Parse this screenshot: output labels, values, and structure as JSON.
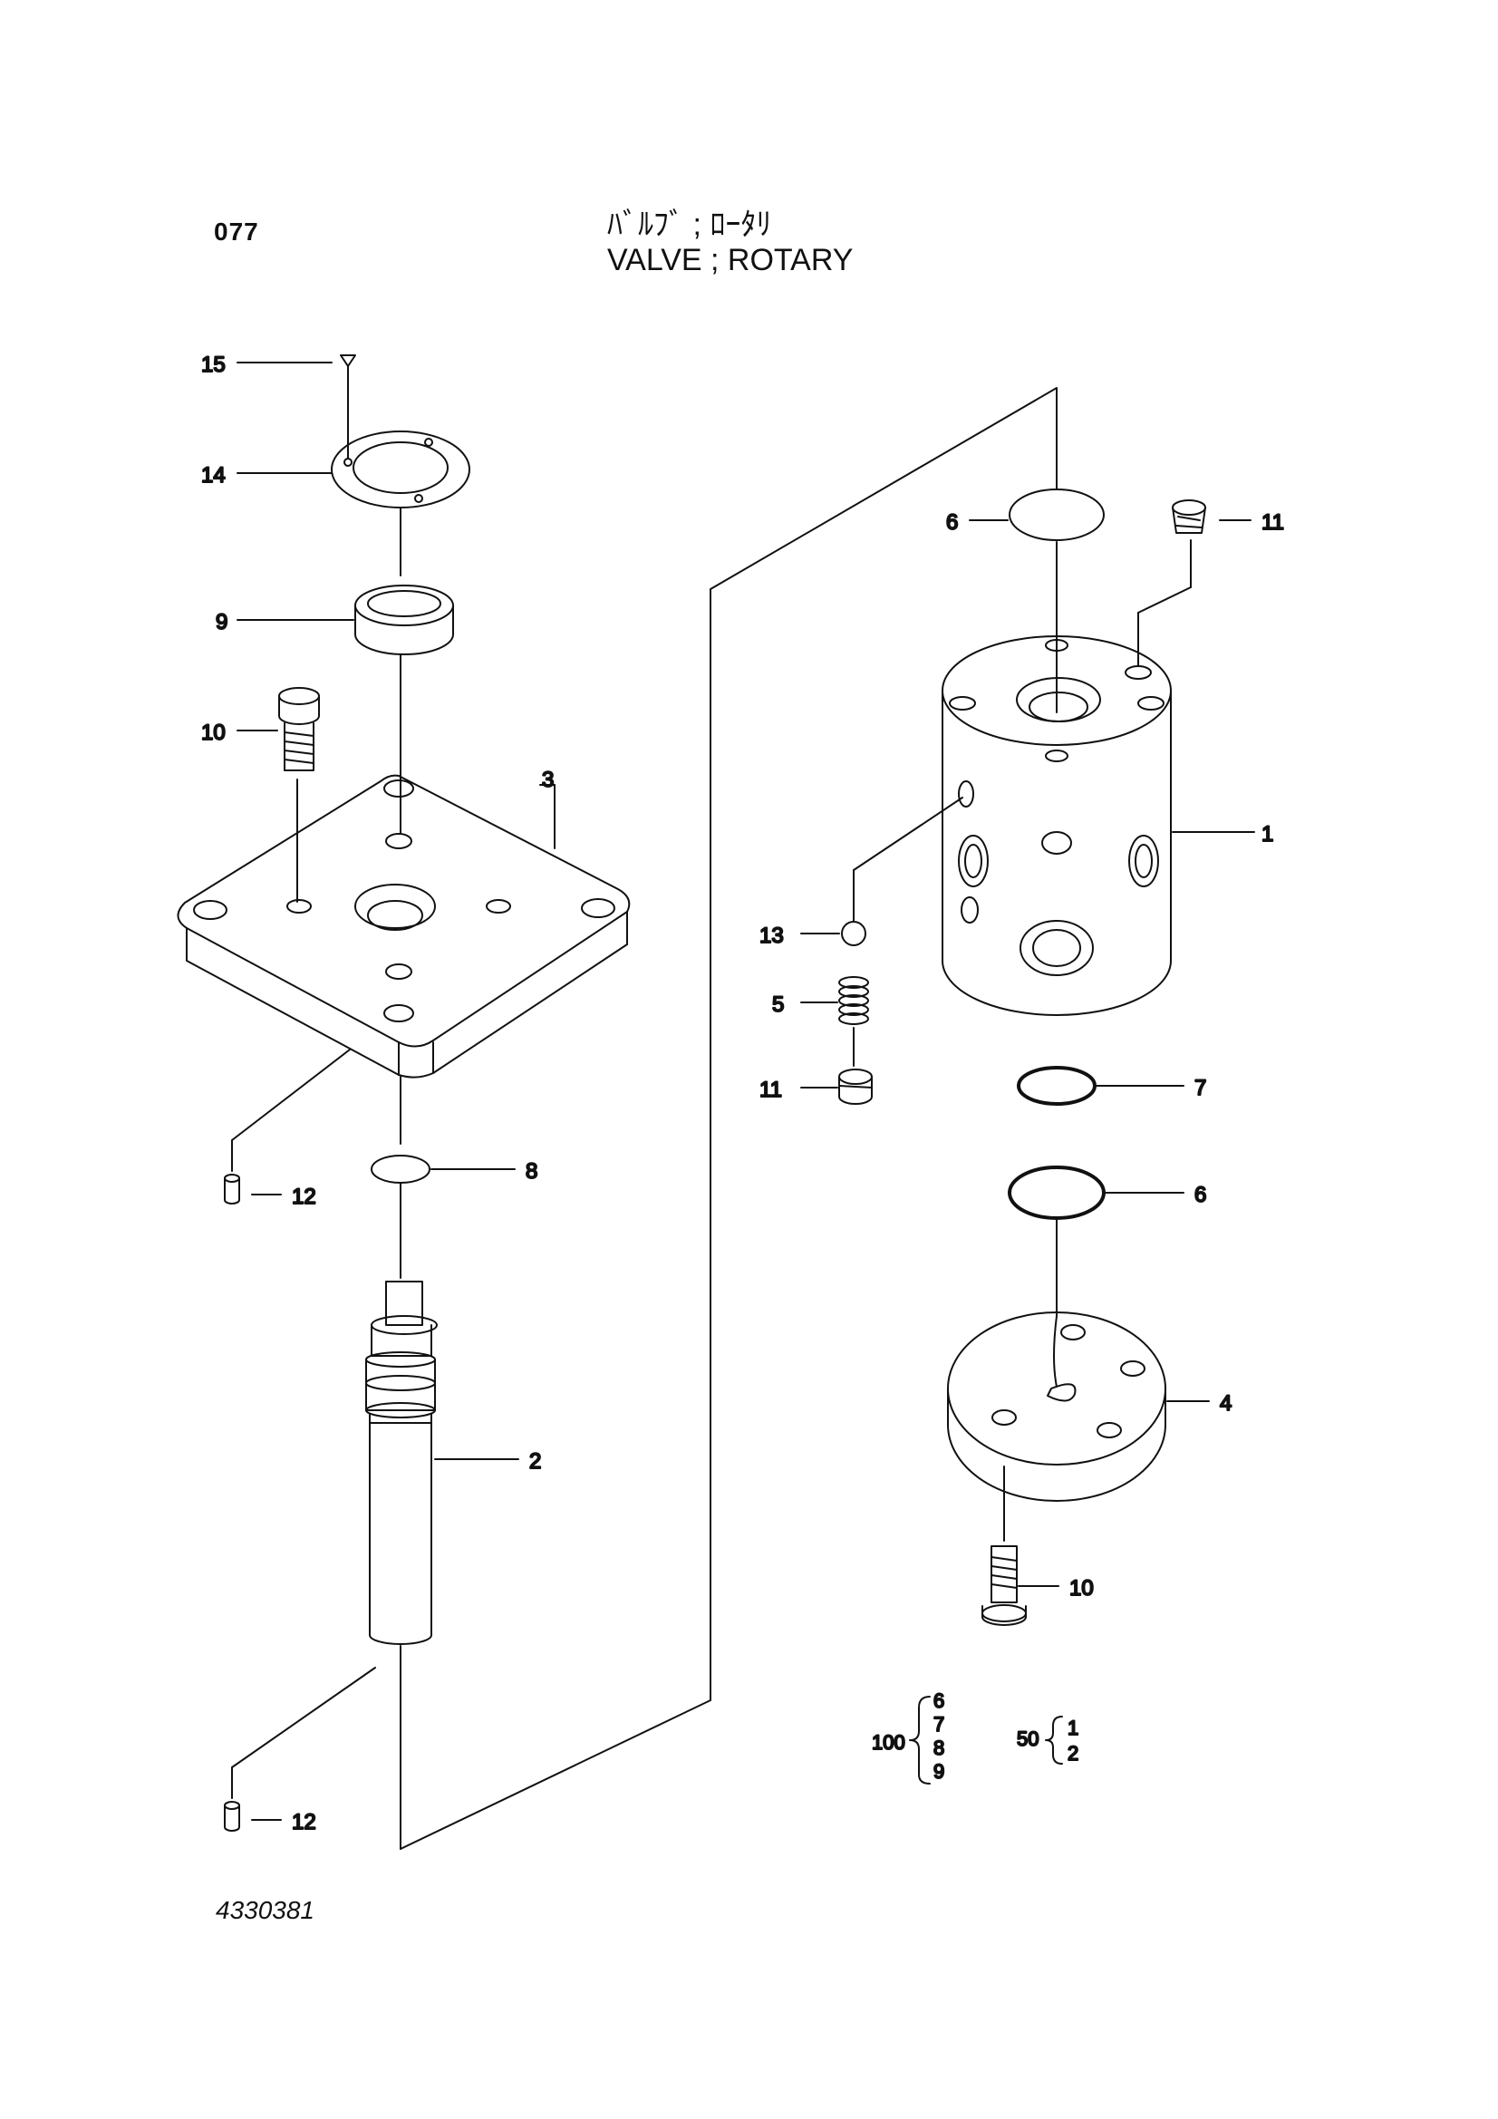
{
  "header": {
    "page_number": "077",
    "title_jp": "ﾊﾞﾙﾌﾞ ; ﾛｰﾀﾘ",
    "title_en": "VALVE ; ROTARY"
  },
  "drawing_number": "4330381",
  "callouts": {
    "c15": "15",
    "c14": "14",
    "c9": "9",
    "c10a": "10",
    "c3": "3",
    "c12a": "12",
    "c8": "8",
    "c2": "2",
    "c12b": "12",
    "c6a": "6",
    "c11a": "11",
    "c1": "1",
    "c13": "13",
    "c5": "5",
    "c11b": "11",
    "c7": "7",
    "c6b": "6",
    "c4": "4",
    "c10b": "10"
  },
  "kits": {
    "kit100": {
      "id": "100",
      "parts": [
        "6",
        "7",
        "8",
        "9"
      ]
    },
    "kit50": {
      "id": "50",
      "parts": [
        "1",
        "2"
      ]
    }
  }
}
